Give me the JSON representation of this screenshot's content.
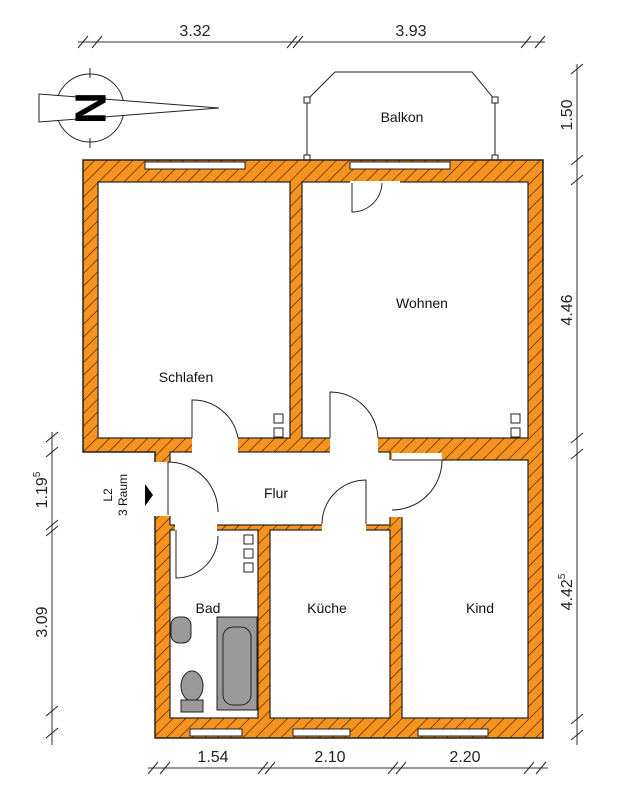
{
  "colors": {
    "wall": "#F7931E",
    "hatch": "#3a2200",
    "fixture": "#9a9a9a"
  },
  "compass": {
    "letter": "N"
  },
  "rooms": {
    "balkon": "Balkon",
    "wohnen": "Wohnen",
    "schlafen": "Schlafen",
    "flur": "Flur",
    "bad": "Bad",
    "kueche": "Küche",
    "kind": "Kind"
  },
  "entrance": {
    "line1": "L2",
    "line2": "3 Raum"
  },
  "dimensions": {
    "top": [
      "3.32",
      "3.93"
    ],
    "bottom": [
      "1.54",
      "2.10",
      "2.20"
    ],
    "right": [
      {
        "main": "1.50",
        "sup": ""
      },
      {
        "main": "4.46",
        "sup": ""
      },
      {
        "main": "4.42",
        "sup": "5"
      }
    ],
    "left": [
      {
        "main": "1.19",
        "sup": "5"
      },
      {
        "main": "3.09",
        "sup": ""
      }
    ]
  }
}
